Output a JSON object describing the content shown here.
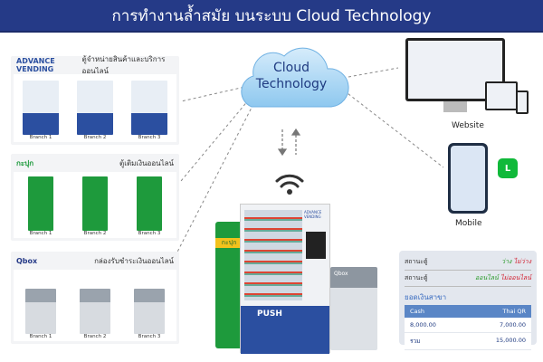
{
  "title": "การทำงานล้ำสมัย บนระบบ Cloud Technology",
  "cloud": {
    "line1": "Cloud",
    "line2": "Technology"
  },
  "panels": [
    {
      "logo": "ADVANCE VENDING",
      "caption": "ตู้จำหน่ายสินค้าและบริการออนไลน์",
      "branches": [
        "Branch 1",
        "Branch 2",
        "Branch 3"
      ],
      "color": "#2b4fa0"
    },
    {
      "logo": "กะปุก",
      "caption": "ตู้เติมเงินออนไลน์",
      "branches": [
        "Branch 1",
        "Branch 2",
        "Branch 3"
      ],
      "color": "#1e9a3c"
    },
    {
      "logo": "Qbox",
      "caption": "กล่องรับชำระเงินออนไลน์",
      "branches": [
        "Branch 1",
        "Branch 2",
        "Branch 3"
      ],
      "color": "#9aa3ad"
    }
  ],
  "devices": {
    "website": "Website",
    "mobile": "Mobile",
    "line_badge": "L"
  },
  "machine": {
    "push": "PUSH",
    "brand": "ADVANCE VENDING",
    "kiosk": "กะปุก",
    "qbox": "Qbox"
  },
  "status": {
    "row1": {
      "label": "สถานะตู้",
      "a": "ว่าง",
      "b": "ไม่ว่าง"
    },
    "row2": {
      "label": "สถานะตู้",
      "a": "ออนไลน์",
      "b": "ไม่ออนไลน์"
    },
    "section": "ยอดเงินสาขา",
    "headers": [
      "Cash",
      "Thai QR"
    ],
    "rows": [
      [
        "8,000.00",
        "7,000.00"
      ],
      [
        "รวม",
        "15,000.00"
      ]
    ]
  }
}
